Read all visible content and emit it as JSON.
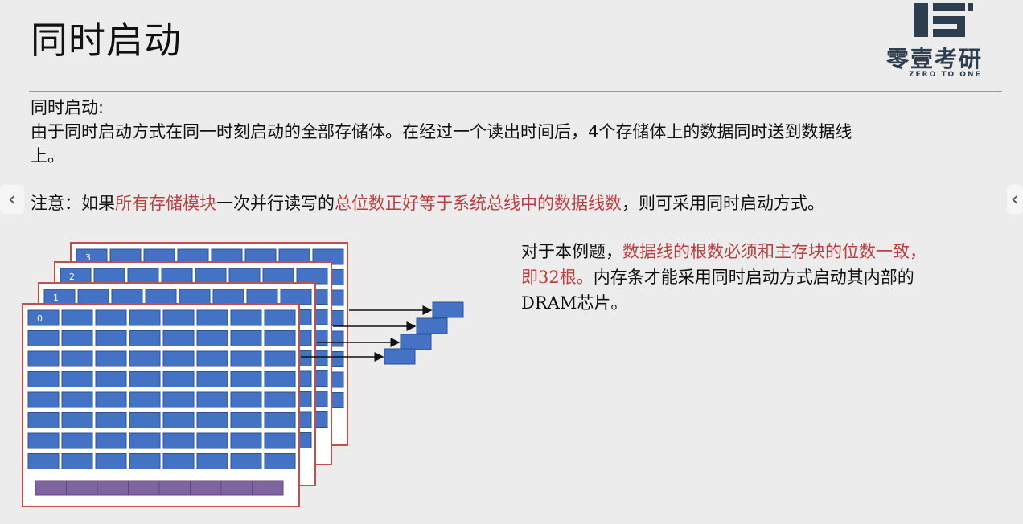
{
  "slide": {
    "title": "同时启动",
    "logo_text": "零壹考研",
    "logo_subtitle": "ZERO TO ONE"
  },
  "body": {
    "heading": "同时启动:",
    "line1": "由于同时启动方式在同一时刻启动的全部存储体。在经过一个读出时间后，4个存储体上的数据同时送到数据线",
    "line2": "上。",
    "note_prefix": "注意：如果",
    "note_red1": "所有存储模块",
    "note_mid": "一次并行读写的",
    "note_red2": "总位数正好等于系统总线中的数据线数",
    "note_suffix": "，则可采用同时启动方式。"
  },
  "example": {
    "t1": "对于本例题，",
    "t2_red": "数据线的根数必须和主存块的位数一致，",
    "t3_red": "即32根。",
    "t4": "内存条才能采用同时启动方式启动其内部的",
    "t5": "DRAM芯片。"
  },
  "figure": {
    "bank_labels": [
      "0",
      "1",
      "2",
      "3"
    ],
    "colors": {
      "cell": "#4472c4",
      "cell_border": "#2f528f",
      "frame": "#c0504d",
      "bus": "#8064a2"
    }
  },
  "nav": {
    "prev_icon": "chevron-left-icon",
    "next_icon": "chevron-right-icon"
  }
}
